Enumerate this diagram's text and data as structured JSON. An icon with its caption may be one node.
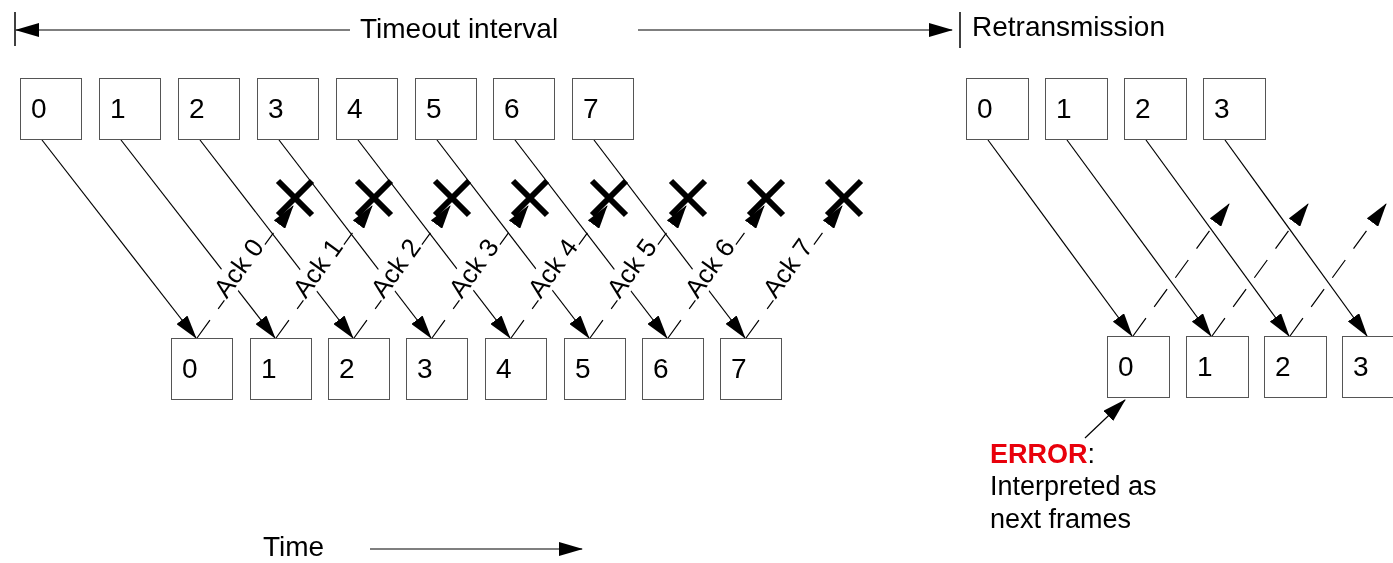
{
  "diagram": {
    "nodes": [
      {
        "text": [
          "0"
        ]
      },
      {
        "text": [
          "1"
        ]
      },
      {
        "text": [
          "2"
        ]
      },
      {
        "text": [
          "3"
        ]
      },
      {
        "text": [
          "4"
        ]
      },
      {
        "text": [
          "5"
        ]
      },
      {
        "text": [
          "6"
        ]
      },
      {
        "text": [
          "7"
        ]
      },
      {
        "text": [
          "0"
        ]
      },
      {
        "text": [
          "1"
        ]
      },
      {
        "text": [
          "2"
        ]
      },
      {
        "text": [
          "3"
        ]
      },
      {
        "text": [
          "4"
        ]
      },
      {
        "text": [
          "5"
        ]
      },
      {
        "text": [
          "6"
        ]
      },
      {
        "text": [
          "7"
        ]
      },
      {
        "text": [
          "0"
        ]
      },
      {
        "text": [
          "1"
        ]
      },
      {
        "text": [
          "2"
        ]
      },
      {
        "text": [
          "3"
        ]
      },
      {
        "text": [
          "0"
        ]
      },
      {
        "text": [
          "1"
        ]
      },
      {
        "text": [
          "2"
        ]
      },
      {
        "text": [
          "3"
        ]
      },
      {
        "text": [
          "**ERROR**: Interpreted as next frames"
        ]
      }
    ],
    "edges": [
      {
        "from": 0,
        "to": 8,
        "arrow": "to"
      },
      {
        "from": 1,
        "to": 9,
        "arrow": "to"
      },
      {
        "from": 2,
        "to": 10,
        "arrow": "to"
      },
      {
        "from": 3,
        "to": 11,
        "arrow": "to"
      },
      {
        "from": 4,
        "to": 12,
        "arrow": "to"
      },
      {
        "from": 5,
        "to": 13,
        "arrow": "to"
      },
      {
        "from": 6,
        "to": 14,
        "arrow": "to"
      },
      {
        "from": 7,
        "to": 15,
        "arrow": "to"
      },
      {
        "from": 8,
        "to": null,
        "arrow": "to",
        "label": "Ack 0",
        "style": "dashed"
      },
      {
        "from": 9,
        "to": null,
        "arrow": "to",
        "label": "Ack 1",
        "style": "dashed"
      },
      {
        "from": 10,
        "to": null,
        "arrow": "to",
        "label": "Ack 2",
        "style": "dashed"
      },
      {
        "from": 11,
        "to": null,
        "arrow": "to",
        "label": "Ack 3",
        "style": "dashed"
      },
      {
        "from": 12,
        "to": null,
        "arrow": "to",
        "label": "Ack 4",
        "style": "dashed"
      },
      {
        "from": 13,
        "to": null,
        "arrow": "to",
        "label": "Ack 5",
        "style": "dashed"
      },
      {
        "from": 14,
        "to": null,
        "arrow": "to",
        "label": "Ack 6",
        "style": "dashed"
      },
      {
        "from": 15,
        "to": null,
        "arrow": "to",
        "label": "Ack 7",
        "style": "dashed"
      },
      {
        "from": 16,
        "to": 20,
        "arrow": "to"
      },
      {
        "from": 17,
        "to": 21,
        "arrow": "to"
      },
      {
        "from": 18,
        "to": 22,
        "arrow": "to"
      },
      {
        "from": 19,
        "to": 23,
        "arrow": "to"
      },
      {
        "from": 20,
        "to": null,
        "arrow": "to",
        "style": "dashed"
      },
      {
        "from": 21,
        "to": null,
        "arrow": "to",
        "style": "dashed"
      },
      {
        "from": 22,
        "to": null,
        "arrow": "to",
        "style": "dashed"
      },
      {
        "from": 24,
        "to": 20,
        "arrow": "to"
      }
    ],
    "labels": [
      "Timeout interval",
      "Retransmission",
      "Time"
    ]
  }
}
